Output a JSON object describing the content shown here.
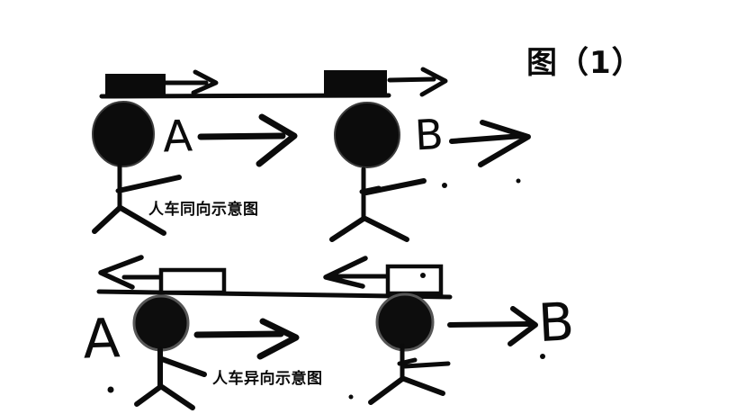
{
  "title": "图（1）",
  "colors": {
    "ink": "#0b0b0b",
    "paper": "#ffffff"
  },
  "top_diagram": {
    "caption": "人车同向示意图",
    "start_label": "A",
    "end_label": "B"
  },
  "bottom_diagram": {
    "caption": "人车异向示意图",
    "start_label": "A",
    "end_label": "B"
  }
}
